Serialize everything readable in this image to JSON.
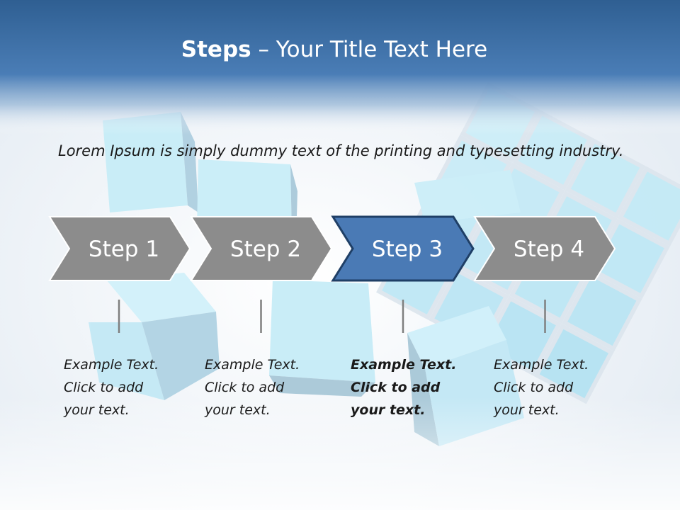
{
  "title": {
    "bold": "Steps",
    "rest": " – Your Title Text Here"
  },
  "intro": "Lorem Ipsum is simply dummy text of the printing and typesetting industry.",
  "steps": [
    {
      "label": "Step 1",
      "active": false
    },
    {
      "label": "Step 2",
      "active": false
    },
    {
      "label": "Step 3",
      "active": true
    },
    {
      "label": "Step 4",
      "active": false
    }
  ],
  "descriptions": [
    {
      "line1": "Example Text.",
      "line2": "Click  to add",
      "line3": "your text."
    },
    {
      "line1": "Example Text.",
      "line2": "Click  to add",
      "line3": "your text."
    },
    {
      "line1": "Example Text.",
      "line2": "Click  to add",
      "line3": "your text."
    },
    {
      "line1": "Example Text.",
      "line2": "Click  to add",
      "line3": "your text."
    }
  ],
  "colors": {
    "header": "#3a6fa8",
    "arrow_inactive": "#8c8c8c",
    "arrow_active": "#4a7ab5",
    "arrow_active_border": "#1f3f66",
    "cube": "#c7edf7"
  }
}
